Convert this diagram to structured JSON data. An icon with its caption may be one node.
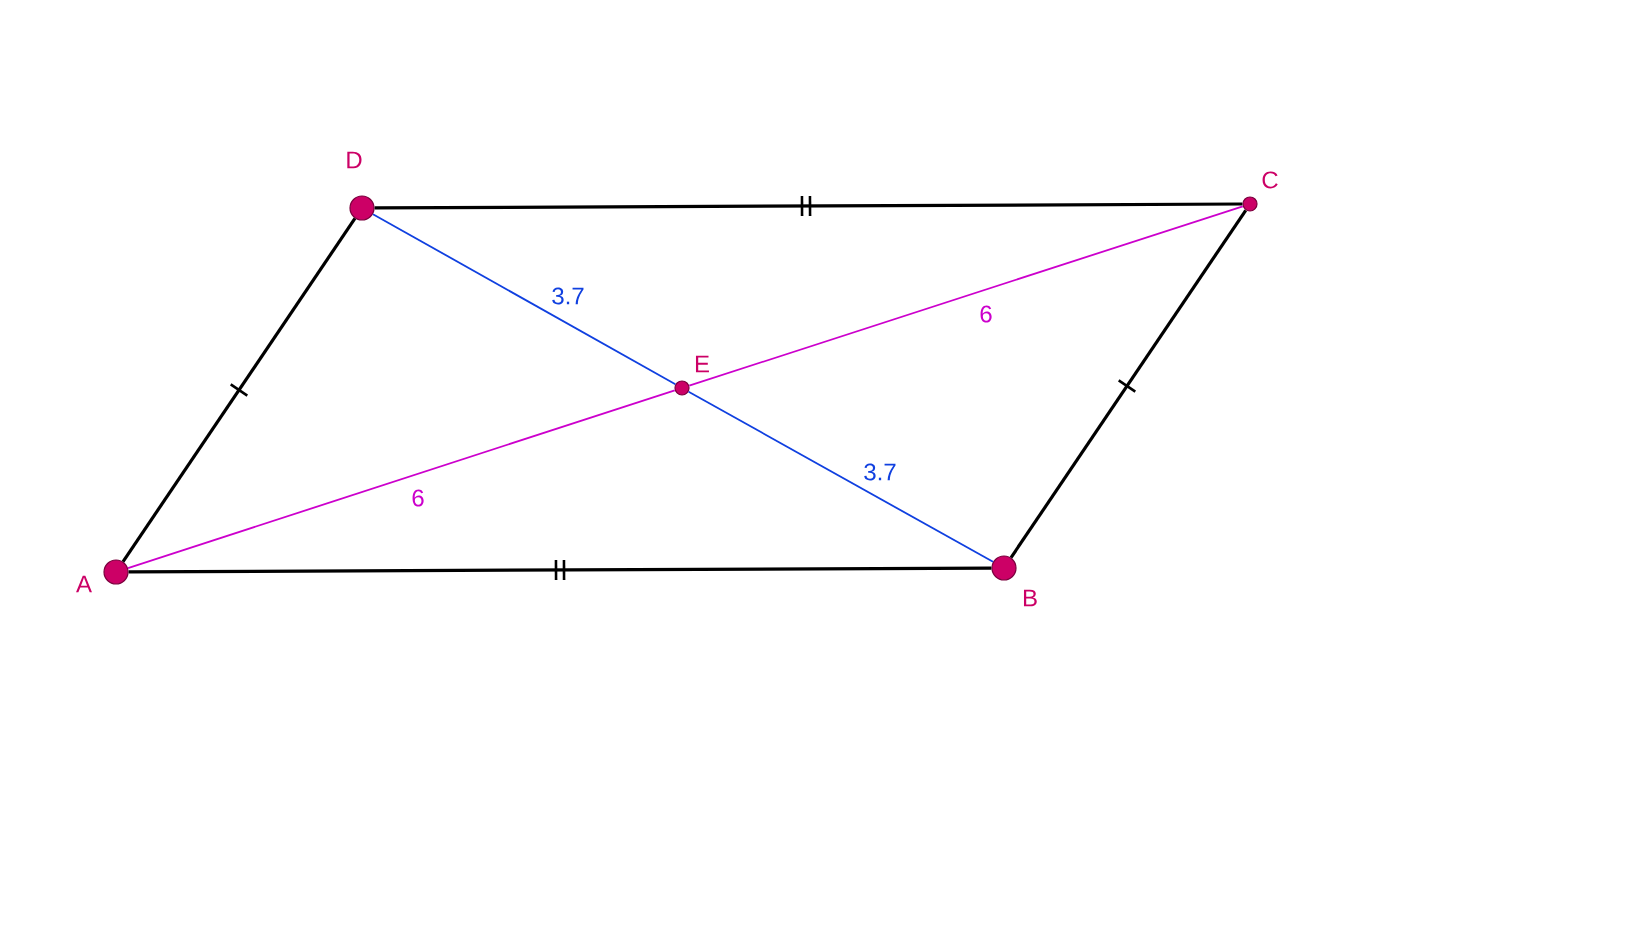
{
  "diagram": {
    "nodes": [
      {
        "text": [
          "A"
        ]
      },
      {
        "text": [
          "B"
        ]
      },
      {
        "text": [
          "C"
        ]
      },
      {
        "text": [
          "D"
        ]
      },
      {
        "text": [
          "E"
        ]
      }
    ],
    "edges": [
      {
        "from": 0,
        "to": 1,
        "arrow": "none"
      },
      {
        "from": 1,
        "to": 2,
        "arrow": "none"
      },
      {
        "from": 2,
        "to": 3,
        "arrow": "none"
      },
      {
        "from": 3,
        "to": 0,
        "arrow": "none"
      },
      {
        "from": 0,
        "to": 4,
        "arrow": "none",
        "label": "6",
        "color": "#cc00cc"
      },
      {
        "from": 4,
        "to": 2,
        "arrow": "none",
        "label": "6",
        "color": "#cc00cc"
      },
      {
        "from": 3,
        "to": 4,
        "arrow": "none",
        "label": "3.7",
        "color": "#1040e0"
      },
      {
        "from": 4,
        "to": 1,
        "arrow": "none",
        "label": "3.7",
        "color": "#1040e0"
      }
    ]
  }
}
